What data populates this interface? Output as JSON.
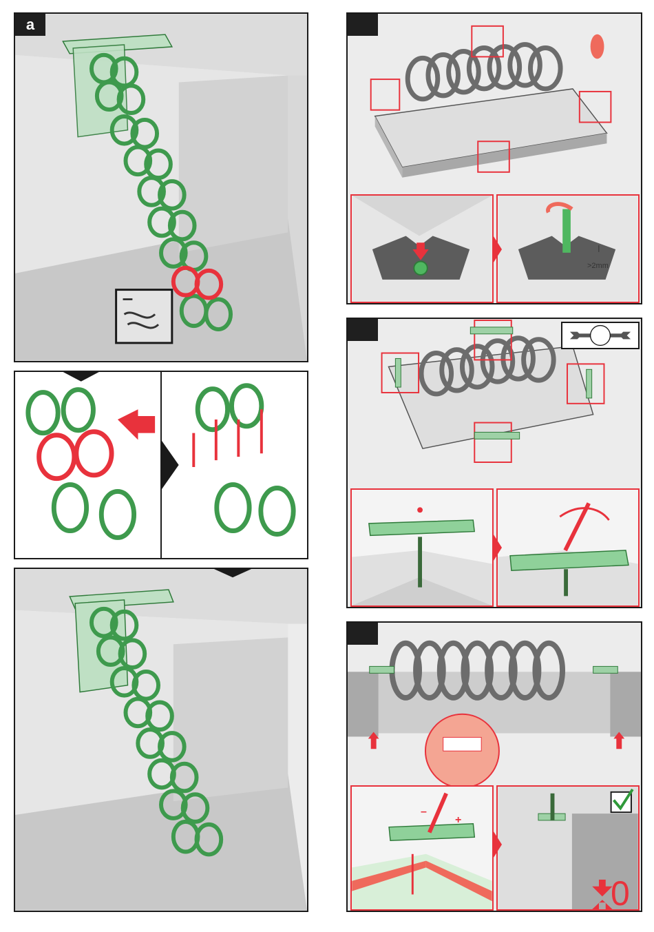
{
  "panels": {
    "a": {
      "badge": "a"
    },
    "step2": {
      "badge": ""
    },
    "step3": {
      "badge": ""
    },
    "step4": {
      "badge": ""
    }
  },
  "annotations": {
    "gap_label": ">2mm",
    "zero_label": "0",
    "minus_label": "–",
    "plus_sign": "+",
    "minus_sign": "–"
  },
  "icons": [
    "wrench-icon",
    "check-icon",
    "minus-icon",
    "arrow-right-icon",
    "level-icon"
  ],
  "colors": {
    "ladder_green": "#5fae6a",
    "ladder_dark": "#2f7a3a",
    "highlight_red": "#e8323c",
    "removed_section": "#ef6a5c",
    "grey_part": "#6c6c6c"
  }
}
